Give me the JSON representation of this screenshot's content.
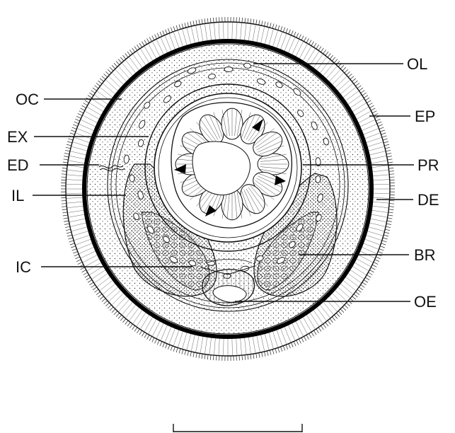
{
  "labels": {
    "OL": "OL",
    "OC": "OC",
    "EP": "EP",
    "EX": "EX",
    "ED": "ED",
    "PR": "PR",
    "DE": "DE",
    "IL": "IL",
    "IC": "IC",
    "BR": "BR",
    "OE": "OE"
  },
  "colors": {
    "ink": "#111111",
    "paper": "#ffffff",
    "cuticle_band": "#000000"
  }
}
